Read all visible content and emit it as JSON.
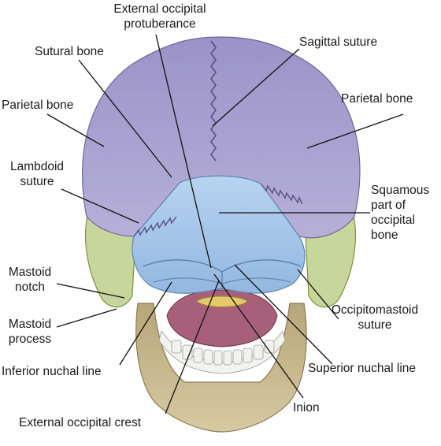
{
  "labels": {
    "ext_occ_protuberance": [
      "External occipital",
      "protuberance"
    ],
    "sagittal_suture": "Sagittal suture",
    "sutural_bone": "Sutural bone",
    "parietal_bone_left": "Parietal bone",
    "parietal_bone_right": "Parietal bone",
    "lambdoid_suture": [
      "Lambdoid",
      "suture"
    ],
    "squamous_part": [
      "Squamous",
      "part of",
      "occipital",
      "bone"
    ],
    "mastoid_notch": [
      "Mastoid",
      "notch"
    ],
    "mastoid_process": [
      "Mastoid",
      "process"
    ],
    "occipitomastoid_suture": [
      "Occipitomastoid",
      "suture"
    ],
    "inferior_nuchal_line": "Inferior nuchal line",
    "superior_nuchal_line": "Superior nuchal line",
    "inion": "Inion",
    "ext_occ_crest": "External occipital crest"
  },
  "colors": {
    "parietal": "#a9a3cf",
    "occipital": "#a7c8ea",
    "temporal": "#c7d69a",
    "mandible": "#c9b98f",
    "palate": "#a8607a",
    "atlas": "#e4c96a",
    "teeth": "#f2f2ee",
    "leader": "#111111"
  }
}
